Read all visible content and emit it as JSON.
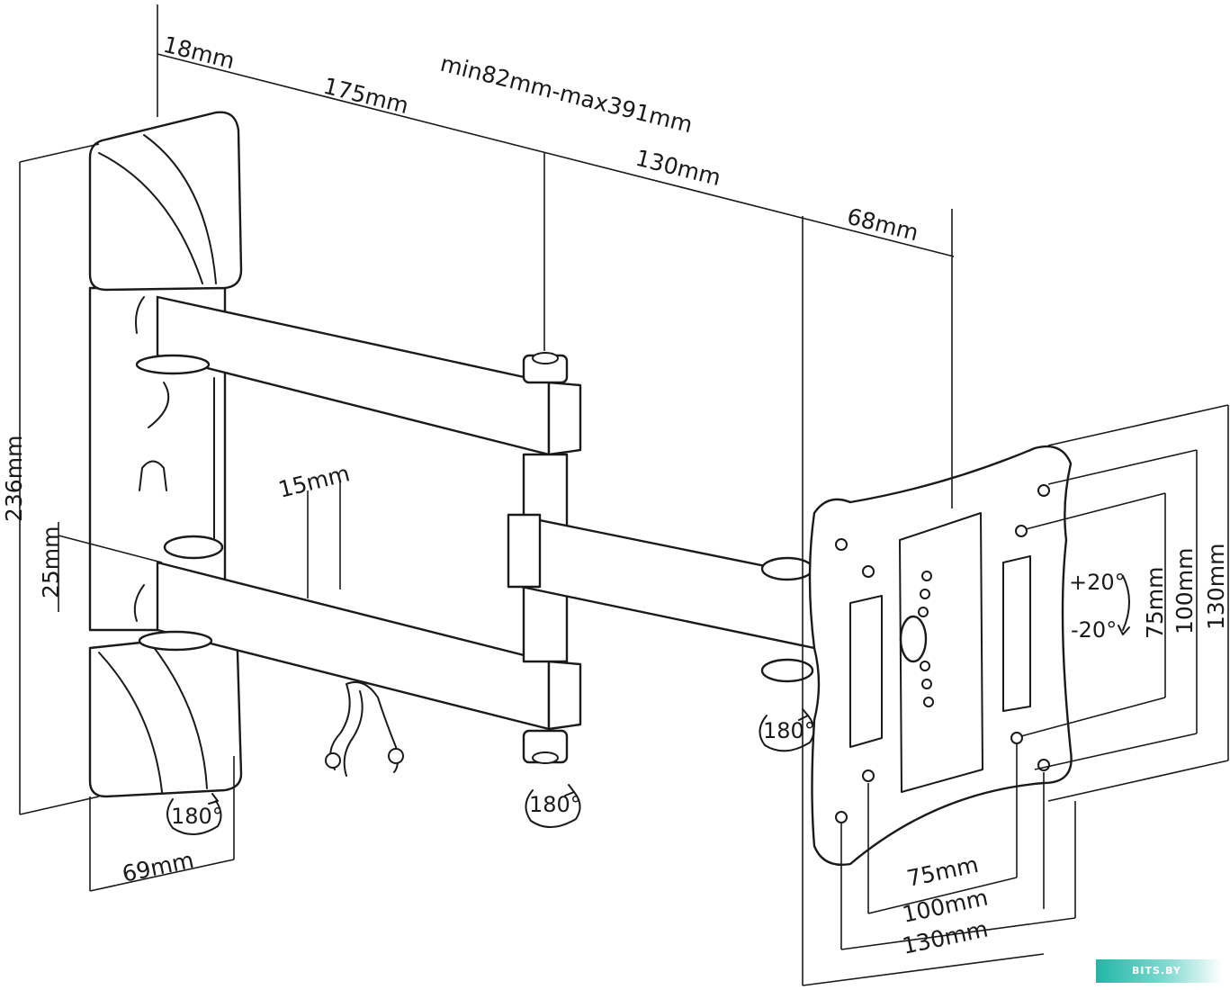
{
  "dimensions": {
    "wall_plate_depth": "18mm",
    "first_arm": "175mm",
    "extension": "min82mm-max391mm",
    "second_arm": "130mm",
    "head_depth": "68mm",
    "height": "236mm",
    "arm_width": "15mm",
    "arm_height": "25mm",
    "plate_width": "69mm",
    "vesa_h_75": "75mm",
    "vesa_h_100": "100mm",
    "vesa_h_130": "130mm",
    "vesa_v_75": "75mm",
    "vesa_v_100": "100mm",
    "vesa_v_130": "130mm"
  },
  "rotation": {
    "wall_swivel": "180°",
    "arm_swivel": "180°",
    "head_swivel": "180°",
    "tilt_up": "+20°",
    "tilt_down": "-20°"
  },
  "watermark": "BITS.BY",
  "colors": {
    "ink": "#1a1a1a",
    "watermark": "#20b7a6"
  }
}
